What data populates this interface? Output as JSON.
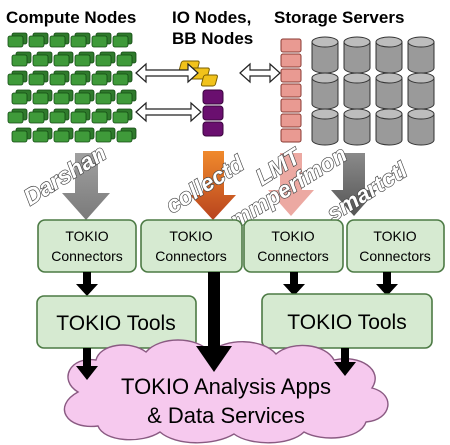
{
  "headers": {
    "compute": "Compute Nodes",
    "io_line1": "IO Nodes,",
    "io_line2": "BB Nodes",
    "storage": "Storage Servers"
  },
  "tools": {
    "darshan": "Darshan",
    "collectd": "collectd",
    "lmt": "LMT",
    "mmperfmon": "mmperfmon",
    "smartctl": "smartctl"
  },
  "connectors": [
    {
      "line1": "TOKIO",
      "line2": "Connectors"
    },
    {
      "line1": "TOKIO",
      "line2": "Connectors"
    },
    {
      "line1": "TOKIO",
      "line2": "Connectors"
    },
    {
      "line1": "TOKIO",
      "line2": "Connectors"
    }
  ],
  "tokio_tools": [
    "TOKIO Tools",
    "TOKIO Tools"
  ],
  "analysis": {
    "line1": "TOKIO Analysis Apps",
    "line2": "& Data Services"
  },
  "colors": {
    "compute": "#3f9a3a",
    "io_yellow": "#f1c21b",
    "bb_purple": "#6a0f6f",
    "storage_pink": "#e99a92",
    "disk_gray": "#9a9a9a",
    "box_fill": "#d6ead1",
    "box_stroke": "#4c7a44",
    "cloud": "#f6c9ee"
  }
}
